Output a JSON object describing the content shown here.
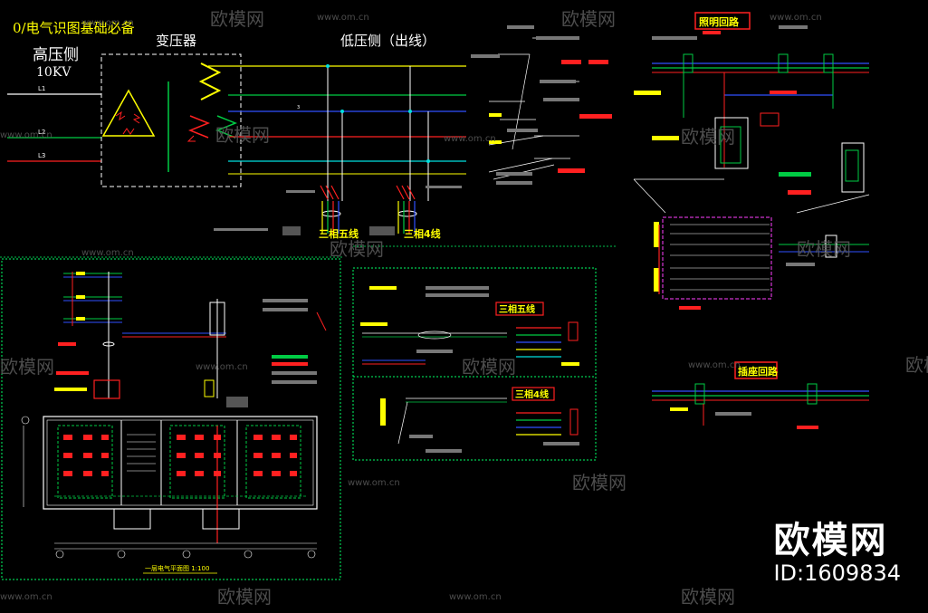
{
  "drawing": {
    "title": "0/电气识图基础必备",
    "hv_side": "高压侧",
    "hv_voltage": "10KV",
    "transformer": "变压器",
    "lv_side": "低压侧（出线）",
    "line_labels": [
      "L1",
      "L2",
      "L3"
    ],
    "five_wire": "三相五线",
    "four_wire": "三相4线",
    "lighting_circuit": "照明回路",
    "socket_circuit": "插座回路",
    "floor_plan_title": "一层电气平面图 1:100"
  },
  "watermark": {
    "site": "www.om.cn",
    "brand": "欧模网",
    "id": "ID:1609834"
  },
  "colors": {
    "background": "#000000",
    "title": "#ffff00",
    "red": "#ff2020",
    "green": "#00cc44",
    "blue": "#3050ff",
    "cyan": "#00e0e0",
    "yellow": "#ffff00",
    "white": "#ffffff",
    "dashed_frame": "#00ff66"
  }
}
